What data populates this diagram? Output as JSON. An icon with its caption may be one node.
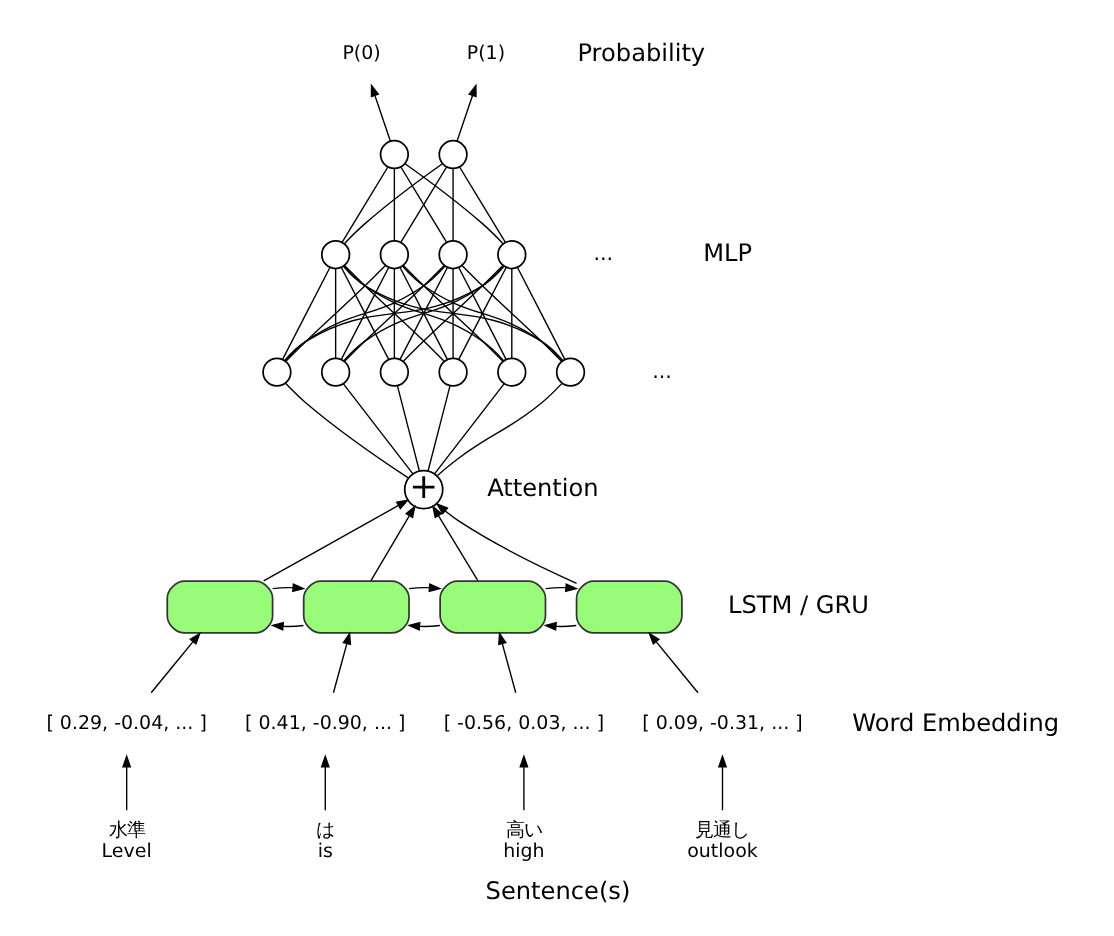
{
  "diagram": {
    "caption": "Sentence(s)",
    "nodes": [
      {
        "text": [
          "P(0)"
        ]
      },
      {
        "text": [
          "P(1)"
        ]
      },
      {
        "text": [],
        "shape": "circle"
      },
      {
        "text": [],
        "shape": "circle"
      },
      {
        "text": [],
        "shape": "circle"
      },
      {
        "text": [],
        "shape": "circle"
      },
      {
        "text": [],
        "shape": "circle"
      },
      {
        "text": [],
        "shape": "circle"
      },
      {
        "text": [],
        "shape": "circle"
      },
      {
        "text": [],
        "shape": "circle"
      },
      {
        "text": [],
        "shape": "circle"
      },
      {
        "text": [],
        "shape": "circle"
      },
      {
        "text": [],
        "shape": "circle"
      },
      {
        "text": [],
        "shape": "circle"
      },
      {
        "text": [
          "+"
        ]
      },
      {
        "text": [],
        "shape": "box"
      },
      {
        "text": [],
        "shape": "box"
      },
      {
        "text": [],
        "shape": "box"
      },
      {
        "text": [],
        "shape": "box"
      },
      {
        "text": [
          "[ 0.29, -0.04, ... ]"
        ]
      },
      {
        "text": [
          "[ 0.41, -0.90, ... ]"
        ]
      },
      {
        "text": [
          "[ -0.56, 0.03, ... ]"
        ]
      },
      {
        "text": [
          "[ 0.09, -0.31, ... ]"
        ]
      },
      {
        "text": [
          "水準",
          "Level"
        ]
      },
      {
        "text": [
          "は",
          "is"
        ]
      },
      {
        "text": [
          "高い",
          "high"
        ]
      },
      {
        "text": [
          "見通し",
          "outlook"
        ]
      }
    ],
    "edges": [
      {
        "from": 2,
        "to": 0,
        "arrow": "to"
      },
      {
        "from": 3,
        "to": 1,
        "arrow": "to"
      },
      {
        "from": 4,
        "to": 2,
        "arrow": "none"
      },
      {
        "from": 4,
        "to": 3,
        "arrow": "none"
      },
      {
        "from": 5,
        "to": 2,
        "arrow": "none"
      },
      {
        "from": 5,
        "to": 3,
        "arrow": "none"
      },
      {
        "from": 6,
        "to": 2,
        "arrow": "none"
      },
      {
        "from": 6,
        "to": 3,
        "arrow": "none"
      },
      {
        "from": 7,
        "to": 2,
        "arrow": "none"
      },
      {
        "from": 7,
        "to": 3,
        "arrow": "none"
      },
      {
        "from": 8,
        "to": 4,
        "arrow": "none"
      },
      {
        "from": 8,
        "to": 5,
        "arrow": "none"
      },
      {
        "from": 8,
        "to": 6,
        "arrow": "none"
      },
      {
        "from": 8,
        "to": 7,
        "arrow": "none"
      },
      {
        "from": 9,
        "to": 4,
        "arrow": "none"
      },
      {
        "from": 9,
        "to": 5,
        "arrow": "none"
      },
      {
        "from": 9,
        "to": 6,
        "arrow": "none"
      },
      {
        "from": 9,
        "to": 7,
        "arrow": "none"
      },
      {
        "from": 10,
        "to": 4,
        "arrow": "none"
      },
      {
        "from": 10,
        "to": 5,
        "arrow": "none"
      },
      {
        "from": 10,
        "to": 6,
        "arrow": "none"
      },
      {
        "from": 10,
        "to": 7,
        "arrow": "none"
      },
      {
        "from": 11,
        "to": 4,
        "arrow": "none"
      },
      {
        "from": 11,
        "to": 5,
        "arrow": "none"
      },
      {
        "from": 11,
        "to": 6,
        "arrow": "none"
      },
      {
        "from": 11,
        "to": 7,
        "arrow": "none"
      },
      {
        "from": 12,
        "to": 4,
        "arrow": "none"
      },
      {
        "from": 12,
        "to": 5,
        "arrow": "none"
      },
      {
        "from": 12,
        "to": 6,
        "arrow": "none"
      },
      {
        "from": 12,
        "to": 7,
        "arrow": "none"
      },
      {
        "from": 13,
        "to": 4,
        "arrow": "none"
      },
      {
        "from": 13,
        "to": 5,
        "arrow": "none"
      },
      {
        "from": 13,
        "to": 6,
        "arrow": "none"
      },
      {
        "from": 13,
        "to": 7,
        "arrow": "none"
      },
      {
        "from": 14,
        "to": 8,
        "arrow": "none"
      },
      {
        "from": 14,
        "to": 9,
        "arrow": "none"
      },
      {
        "from": 14,
        "to": 10,
        "arrow": "none"
      },
      {
        "from": 14,
        "to": 11,
        "arrow": "none"
      },
      {
        "from": 14,
        "to": 12,
        "arrow": "none"
      },
      {
        "from": 14,
        "to": 13,
        "arrow": "none"
      },
      {
        "from": 15,
        "to": 14,
        "arrow": "to"
      },
      {
        "from": 16,
        "to": 14,
        "arrow": "to"
      },
      {
        "from": 17,
        "to": 14,
        "arrow": "to"
      },
      {
        "from": 18,
        "to": 14,
        "arrow": "to"
      },
      {
        "from": 15,
        "to": 16,
        "arrow": "to"
      },
      {
        "from": 16,
        "to": 15,
        "arrow": "to"
      },
      {
        "from": 16,
        "to": 17,
        "arrow": "to"
      },
      {
        "from": 17,
        "to": 16,
        "arrow": "to"
      },
      {
        "from": 17,
        "to": 18,
        "arrow": "to"
      },
      {
        "from": 18,
        "to": 17,
        "arrow": "to"
      },
      {
        "from": 19,
        "to": 15,
        "arrow": "to"
      },
      {
        "from": 20,
        "to": 16,
        "arrow": "to"
      },
      {
        "from": 21,
        "to": 17,
        "arrow": "to"
      },
      {
        "from": 22,
        "to": 18,
        "arrow": "to"
      },
      {
        "from": 23,
        "to": 19,
        "arrow": "to"
      },
      {
        "from": 24,
        "to": 20,
        "arrow": "to"
      },
      {
        "from": 25,
        "to": 21,
        "arrow": "to"
      },
      {
        "from": 26,
        "to": 22,
        "arrow": "to"
      }
    ],
    "labels": [
      "Probability",
      "...",
      "MLP",
      "...",
      "Attention",
      "LSTM / GRU",
      "Word Embedding"
    ]
  }
}
